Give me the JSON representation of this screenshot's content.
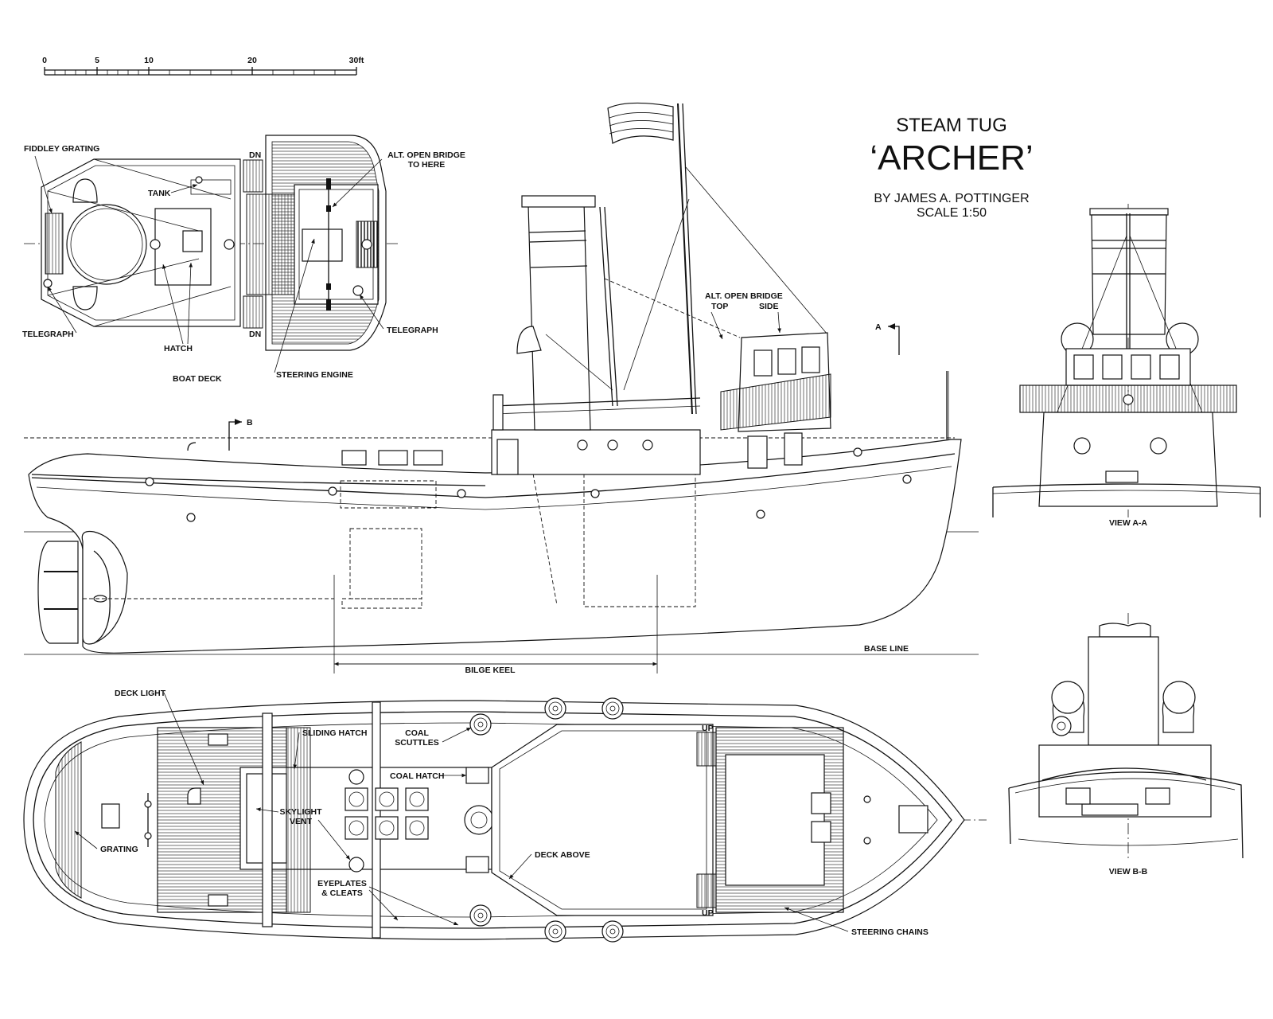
{
  "title": {
    "line1": "STEAM TUG",
    "line2": "‘ARCHER’",
    "author": "BY JAMES A. POTTINGER",
    "scale": "SCALE 1:50"
  },
  "scale_bar": {
    "ticks": [
      "0",
      "5",
      "10",
      "20",
      "30ft"
    ]
  },
  "boat_deck": {
    "caption": "BOAT DECK",
    "fiddley_grating": "FIDDLEY GRATING",
    "tank": "TANK",
    "alt_bridge_1": "ALT. OPEN BRIDGE",
    "alt_bridge_2": "TO HERE",
    "dn_top": "DN",
    "dn_bottom": "DN",
    "telegraph_left": "TELEGRAPH",
    "telegraph_right": "TELEGRAPH",
    "hatch": "HATCH",
    "steering_engine": "STEERING ENGINE"
  },
  "profile": {
    "alt_bridge_1": "ALT. OPEN BRIDGE",
    "alt_bridge_top": "TOP",
    "alt_bridge_side": "SIDE",
    "section_a": "A",
    "section_b": "B",
    "bilge_keel": "BILGE KEEL",
    "base_line": "BASE LINE"
  },
  "main_deck": {
    "deck_light": "DECK LIGHT",
    "sliding_hatch": "SLIDING HATCH",
    "coal_scuttles_1": "COAL",
    "coal_scuttles_2": "SCUTTLES",
    "coal_hatch": "COAL HATCH",
    "skylight_1": "SKYLIGHT",
    "skylight_2": "VENT",
    "grating": "GRATING",
    "deck_above": "DECK ABOVE",
    "eyeplates_1": "EYEPLATES",
    "eyeplates_2": "& CLEATS",
    "steering_chains": "STEERING CHAINS",
    "up_top": "UP",
    "up_bottom": "UP"
  },
  "views": {
    "view_aa": "VIEW A-A",
    "view_bb": "VIEW B-B"
  }
}
